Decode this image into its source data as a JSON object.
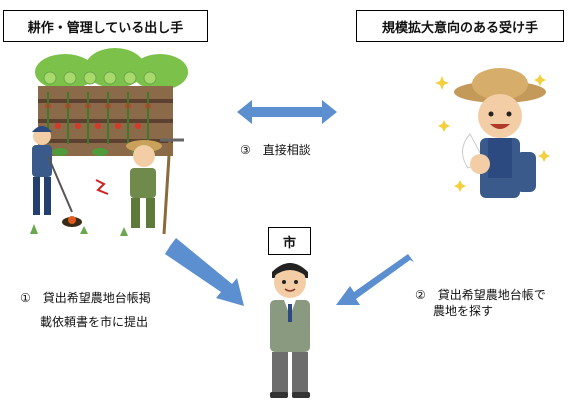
{
  "boxes": {
    "left_title": "耕作・管理している出し手",
    "right_title": "規模拡大意向のある受け手",
    "city": "市"
  },
  "steps": {
    "step3": "③　直接相談",
    "step1_line1": "①　貸出希望農地台帳掲",
    "step1_line2": "載依頼書を市に提出",
    "step2_line1": "②　貸出希望農地台帳で",
    "step2_line2": "農地を探す"
  },
  "colors": {
    "arrow_blue": "#5b8fd0",
    "grass_green": "#6aa84f",
    "work_blue": "#3a5a8c",
    "suit_gray": "#8a9a80"
  }
}
